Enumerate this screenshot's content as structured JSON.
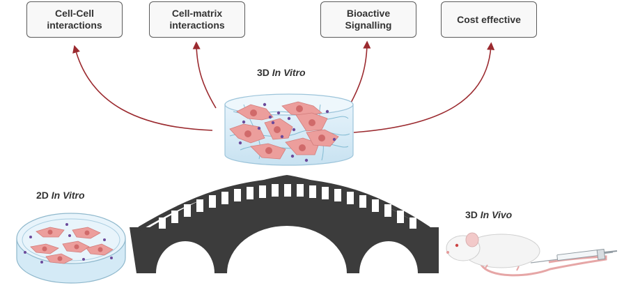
{
  "benefits": [
    {
      "label": "Cell-Cell\ninteractions"
    },
    {
      "label": "Cell-matrix\ninteractions"
    },
    {
      "label": "Bioactive\nSignalling"
    },
    {
      "label": "Cost effective"
    }
  ],
  "models": {
    "in_vitro_3d": {
      "prefix": "3D",
      "italic": "In Vitro"
    },
    "in_vitro_2d": {
      "prefix": "2D",
      "italic": "In Vitro"
    },
    "in_vivo_3d": {
      "prefix": "3D",
      "italic": "In Vivo"
    }
  },
  "colors": {
    "arrow": "#9b2a2f",
    "bridge": "#3c3c3c",
    "cell": "#ec9e9c",
    "nucleus": "#d06a6a",
    "dish": "#d4eaf6",
    "fiber": "#7ab6cf",
    "particle": "#6b4a9b"
  },
  "icons": [
    "petri-dish-icon",
    "hydrogel-scaffold-icon",
    "bridge-icon",
    "mouse-icon",
    "syringe-icon"
  ]
}
